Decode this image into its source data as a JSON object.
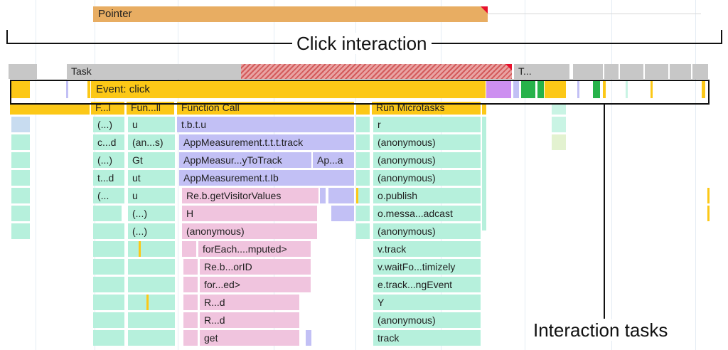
{
  "pointer": {
    "label": "Pointer",
    "color": "#e8ad62"
  },
  "click_interaction": {
    "label": "Click interaction"
  },
  "interaction_tasks": {
    "label": "Interaction tasks"
  },
  "task_row": {
    "task_label": "Task",
    "task2_label": "T...",
    "long_task_hatch_color": "#d35b5b"
  },
  "event_row": {
    "event_label": "Event: click",
    "color": "#fcc817"
  },
  "call_row": {
    "items": [
      "F...l",
      "Fun...ll",
      "Function Call",
      "Run Microtasks"
    ]
  },
  "col1": [
    "(...)",
    "c...d",
    "(...)",
    "t...d",
    "(..."
  ],
  "col2": [
    "u",
    "(an...s)",
    "Gt",
    "ut",
    "u",
    "(...)",
    "(...)"
  ],
  "col3": [
    "t.b.t.u",
    "AppMeasurement.t.t.t.track",
    "AppMeasur...yToTrack",
    "AppMeasurement.t.Ib",
    "Re.b.getVisitorValues",
    "H",
    "(anonymous)",
    "forEach....mputed>",
    "Re.b...orID",
    "for...ed>",
    "R...d",
    "R...d",
    "get"
  ],
  "col3b": "Ap...a",
  "col4": [
    "r",
    "(anonymous)",
    "(anonymous)",
    "(anonymous)",
    "o.publish",
    "o.messa...adcast",
    "(anonymous)",
    "v.track",
    "v.waitFo...timizely",
    "e.track...ngEvent",
    "Y",
    "(anonymous)",
    "track"
  ],
  "colors": {
    "mint": "#b6f0dc",
    "purple": "#c2c0f5",
    "pink": "#f0c4de",
    "gold": "#fcc817",
    "grey": "#c7c7c7",
    "red_marker": "#e8102c"
  }
}
